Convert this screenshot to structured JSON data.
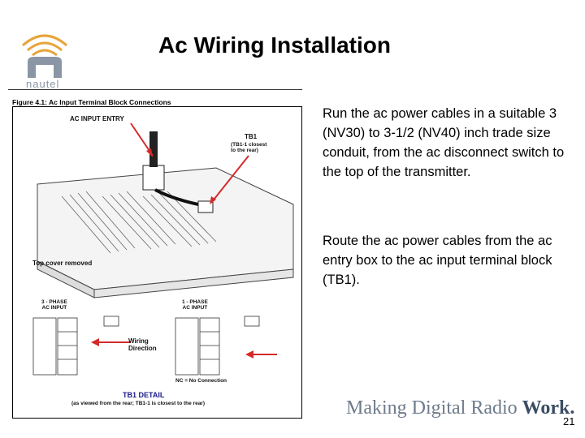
{
  "slide": {
    "title": "Ac Wiring Installation",
    "logo_text": "nautel",
    "paragraph1": "Run the ac power cables in a suitable 3 (NV30) to 3-1/2 (NV40) inch trade size conduit, from the ac disconnect switch to the top of the transmitter.",
    "paragraph2": "Route the ac power cables from the ac entry box to the ac input terminal block (TB1).",
    "tagline_prefix": "Making Digital Radio ",
    "tagline_bold": "Work.",
    "page_number": "21"
  },
  "figure": {
    "caption": "Figure 4.1: Ac Input Terminal Block Connections",
    "ac_input_entry": "AC INPUT ENTRY",
    "tb1": "TB1",
    "tb1_note": "(TB1-1 closest\nto the rear)",
    "top_cover_removed": "Top cover removed",
    "three_phase": "3 - PHASE\nAC INPUT",
    "one_phase": "1 - PHASE\nAC INPUT",
    "wiring_direction": "Wiring\nDirection",
    "nc_legend": "NC = No Connection",
    "detail_title": "TB1 DETAIL",
    "detail_note": "(as viewed from the rear; TB1-1 is closest to the rear)"
  }
}
